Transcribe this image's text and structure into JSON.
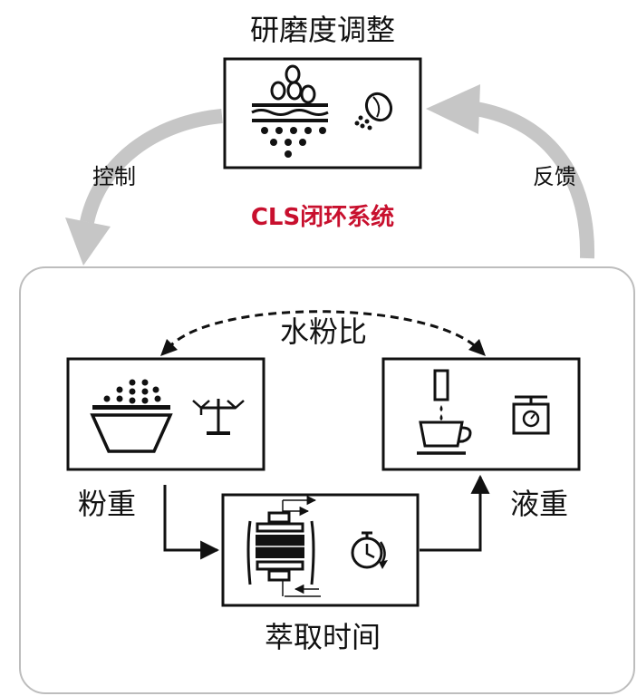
{
  "title": "研磨度调整",
  "center_label": "CLS闭环系统",
  "arrow_left_label": "控制",
  "arrow_right_label": "反馈",
  "ratio_label": "水粉比",
  "node_left_label": "粉重",
  "node_right_label": "液重",
  "node_bottom_label": "萃取时间",
  "colors": {
    "accent": "#c8102e",
    "arrow_gray": "#c6c6c6",
    "frame": "#bdbdbd",
    "ink": "#111111"
  },
  "icons": [
    "grinder-burr-icon",
    "coffee-bean-icon",
    "bowl-grounds-icon",
    "balance-scale-icon",
    "pour-cup-icon",
    "kitchen-scale-icon",
    "brew-chamber-icon",
    "timer-icon"
  ]
}
